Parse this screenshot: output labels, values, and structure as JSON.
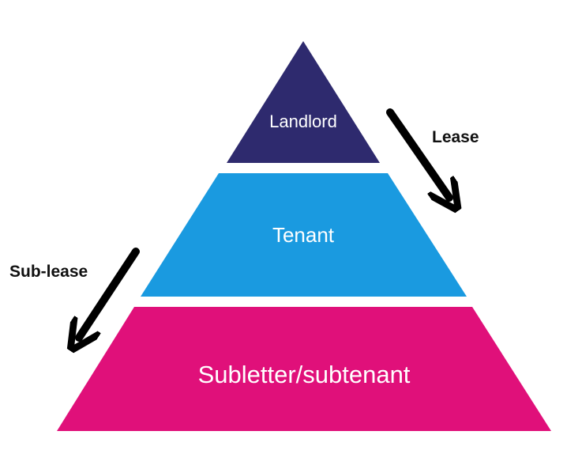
{
  "pyramid": {
    "tiers": [
      {
        "label": "Landlord",
        "color": "#2e2a6e"
      },
      {
        "label": "Tenant",
        "color": "#1a9ae0"
      },
      {
        "label": "Subletter/subtenant",
        "color": "#e0107a"
      }
    ]
  },
  "relations": [
    {
      "label": "Lease",
      "color": "#000000"
    },
    {
      "label": "Sub-lease",
      "color": "#000000"
    }
  ]
}
